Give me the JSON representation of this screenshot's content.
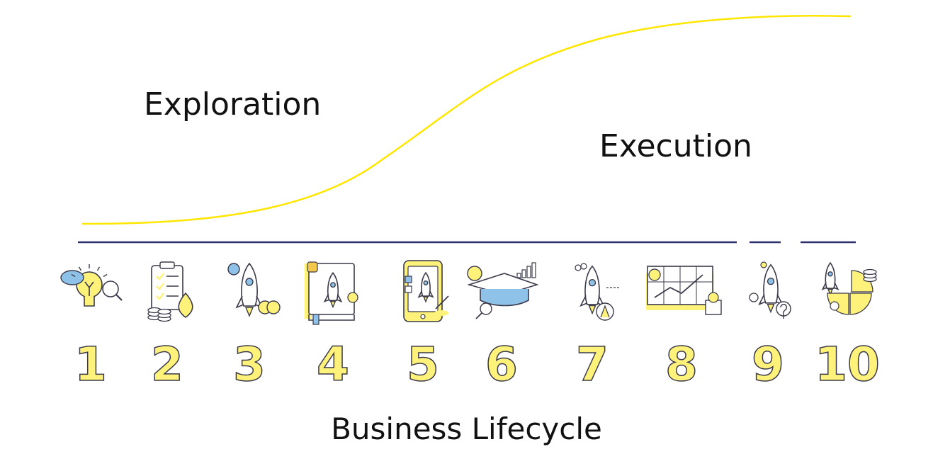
{
  "diagram": {
    "phase_left": "Exploration",
    "phase_right": "Execution",
    "title": "Business Lifecycle",
    "colors": {
      "curve": "#ffe600",
      "axis": "#2b2f6b",
      "accent_fill": "#fff27a",
      "number_fill": "#fff27a",
      "icon_stroke": "#3a3a4a",
      "icon_accent": "#8fc2e8"
    },
    "stages": [
      {
        "number": "1",
        "icon": "lightbulb-idea-icon"
      },
      {
        "number": "2",
        "icon": "checklist-clipboard-icon"
      },
      {
        "number": "3",
        "icon": "rocket-launch-icon"
      },
      {
        "number": "4",
        "icon": "book-rocket-icon"
      },
      {
        "number": "5",
        "icon": "phone-rocket-icon"
      },
      {
        "number": "6",
        "icon": "graduation-cap-icon"
      },
      {
        "number": "7",
        "icon": "rocket-growth-icon"
      },
      {
        "number": "8",
        "icon": "dashboard-chart-icon"
      },
      {
        "number": "9",
        "icon": "rocket-money-icon"
      },
      {
        "number": "10",
        "icon": "rocket-pie-icon"
      }
    ]
  }
}
